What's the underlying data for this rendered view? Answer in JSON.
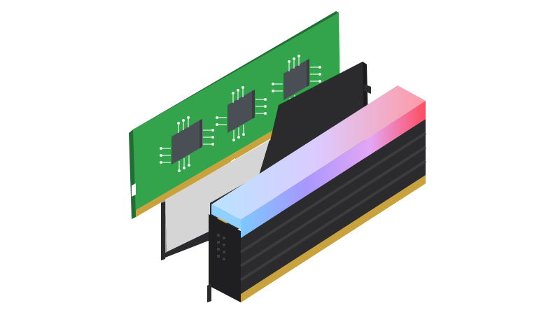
{
  "scene": {
    "subject": "ram-modules-illustration",
    "modules": [
      {
        "name": "bare-green-dimm",
        "pcb_color": "#2f9a48",
        "chip_color": "#4a4f55"
      },
      {
        "name": "heatspreader-dimm",
        "spreader_light": "#d5d5d5",
        "spreader_dark": "#2b2b2d"
      },
      {
        "name": "rgb-dimm",
        "body_color": "#2b2b2d",
        "gradient": [
          "#7cc8ff",
          "#a897ff",
          "#e4a6f4",
          "#ff4b5e"
        ]
      }
    ],
    "contact_color": "#c9a23d"
  }
}
